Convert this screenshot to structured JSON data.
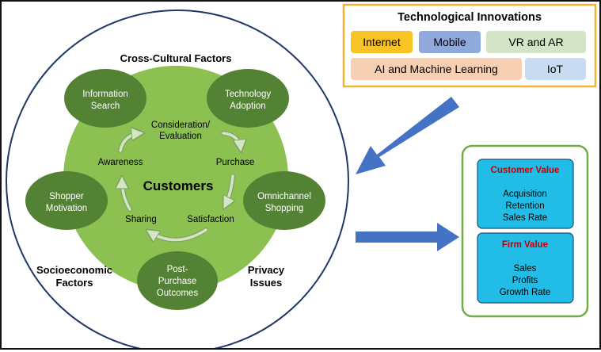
{
  "cycle": {
    "outer_label_top": "Cross-Cultural Factors",
    "outer_label_left_1": "Socioeconomic",
    "outer_label_left_2": "Factors",
    "outer_label_right_1": "Privacy",
    "outer_label_right_2": "Issues",
    "center_label": "Customers",
    "stages": {
      "consideration_1": "Consideration/",
      "consideration_2": "Evaluation",
      "awareness": "Awareness",
      "purchase": "Purchase",
      "sharing": "Sharing",
      "satisfaction": "Satisfaction"
    },
    "nodes": {
      "information_search_1": "Information",
      "information_search_2": "Search",
      "technology_adoption_1": "Technology",
      "technology_adoption_2": "Adoption",
      "shopper_motivation_1": "Shopper",
      "shopper_motivation_2": "Motivation",
      "omnichannel_1": "Omnichannel",
      "omnichannel_2": "Shopping",
      "post_purchase_1": "Post-",
      "post_purchase_2": "Purchase",
      "post_purchase_3": "Outcomes"
    }
  },
  "tech": {
    "title": "Technological Innovations",
    "items": {
      "internet": "Internet",
      "mobile": "Mobile",
      "vr_ar": "VR and AR",
      "ai_ml": "AI and Machine Learning",
      "iot": "IoT"
    }
  },
  "value": {
    "customer": {
      "title": "Customer Value",
      "line1": "Acquisition",
      "line2": "Retention",
      "line3": "Sales Rate"
    },
    "firm": {
      "title": "Firm Value",
      "line1": "Sales",
      "line2": "Profits",
      "line3": "Growth Rate"
    }
  },
  "colors": {
    "outer_circle_stroke": "#1f3864",
    "light_green": "#8cc152",
    "dark_green": "#548235",
    "arrow_blue": "#4472c4",
    "tech_border": "#f2b233",
    "internet": "#f7c325",
    "mobile": "#8fa9dc",
    "vr_ar": "#d3e5c6",
    "ai_ml": "#f7cfb2",
    "iot": "#c9dbf0",
    "value_border": "#70ad47",
    "value_box": "#22bde6",
    "value_title": "#c00000"
  }
}
